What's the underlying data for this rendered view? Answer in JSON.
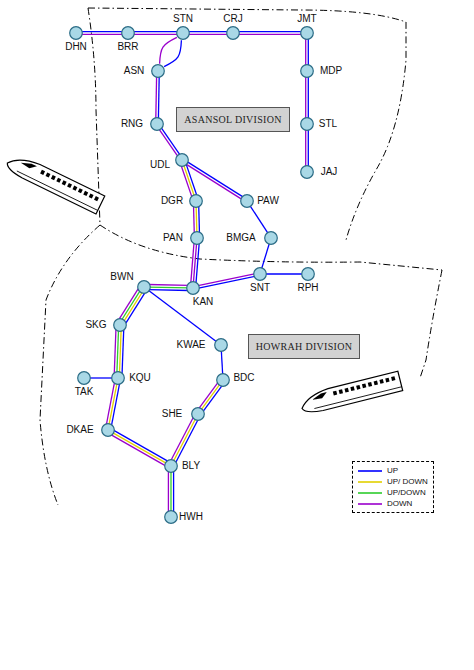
{
  "diagram": {
    "nodes": [
      {
        "text": [
          "DHN"
        ]
      },
      {
        "text": [
          "BRR"
        ]
      },
      {
        "text": [
          "STN"
        ]
      },
      {
        "text": [
          "CRJ"
        ]
      },
      {
        "text": [
          "JMT"
        ]
      },
      {
        "text": [
          "ASN"
        ]
      },
      {
        "text": [
          "MDP"
        ]
      },
      {
        "text": [
          "ASANSOL DIVISION"
        ]
      },
      {
        "text": [
          "RNG"
        ]
      },
      {
        "text": [
          "STL"
        ]
      },
      {
        "text": [
          "UDL"
        ]
      },
      {
        "text": [
          "JAJ"
        ]
      },
      {
        "text": [
          "DGR"
        ]
      },
      {
        "text": [
          "PAW"
        ]
      },
      {
        "text": [
          "PAN"
        ]
      },
      {
        "text": [
          "BMGA"
        ]
      },
      {
        "text": [
          "BWN"
        ]
      },
      {
        "text": [
          "KAN"
        ]
      },
      {
        "text": [
          "SNT"
        ]
      },
      {
        "text": [
          "RPH"
        ]
      },
      {
        "text": [
          "SKG"
        ]
      },
      {
        "text": [
          "KWAE"
        ]
      },
      {
        "text": [
          "HOWRAH DIVISION"
        ]
      },
      {
        "text": [
          "TAK"
        ]
      },
      {
        "text": [
          "KQU"
        ]
      },
      {
        "text": [
          "BDC"
        ]
      },
      {
        "text": [
          "SHE"
        ]
      },
      {
        "text": [
          "DKAE"
        ]
      },
      {
        "text": [
          "BLY"
        ]
      },
      {
        "text": [
          "HWH"
        ]
      }
    ],
    "edges": [
      {
        "from": 0,
        "to": 1,
        "arrow": "none"
      },
      {
        "from": 1,
        "to": 2,
        "arrow": "none"
      },
      {
        "from": 2,
        "to": 3,
        "arrow": "none"
      },
      {
        "from": 3,
        "to": 4,
        "arrow": "none"
      },
      {
        "from": 4,
        "to": 6,
        "arrow": "none"
      },
      {
        "from": 6,
        "to": 9,
        "arrow": "none"
      },
      {
        "from": 9,
        "to": 11,
        "arrow": "none"
      },
      {
        "from": 2,
        "to": 5,
        "arrow": "none"
      },
      {
        "from": 5,
        "to": 8,
        "arrow": "none"
      },
      {
        "from": 8,
        "to": 10,
        "arrow": "none"
      },
      {
        "from": 10,
        "to": 12,
        "arrow": "none"
      },
      {
        "from": 12,
        "to": 14,
        "arrow": "none"
      },
      {
        "from": 14,
        "to": 17,
        "arrow": "none"
      },
      {
        "from": 10,
        "to": 13,
        "arrow": "none"
      },
      {
        "from": 13,
        "to": 15,
        "arrow": "none"
      },
      {
        "from": 15,
        "to": 18,
        "arrow": "none"
      },
      {
        "from": 18,
        "to": 17,
        "arrow": "none"
      },
      {
        "from": 18,
        "to": 19,
        "arrow": "none"
      },
      {
        "from": 17,
        "to": 16,
        "arrow": "none"
      },
      {
        "from": 16,
        "to": 20,
        "arrow": "none"
      },
      {
        "from": 20,
        "to": 24,
        "arrow": "none"
      },
      {
        "from": 24,
        "to": 23,
        "arrow": "none"
      },
      {
        "from": 24,
        "to": 27,
        "arrow": "none"
      },
      {
        "from": 27,
        "to": 28,
        "arrow": "none"
      },
      {
        "from": 28,
        "to": 29,
        "arrow": "none"
      },
      {
        "from": 16,
        "to": 21,
        "arrow": "none"
      },
      {
        "from": 21,
        "to": 25,
        "arrow": "none"
      },
      {
        "from": 25,
        "to": 26,
        "arrow": "none"
      },
      {
        "from": 26,
        "to": 28,
        "arrow": "none"
      }
    ],
    "legend": [
      {
        "text": "UP"
      },
      {
        "text": "UP/ DOWN"
      },
      {
        "text": "UP/DOWN"
      },
      {
        "text": "DOWN"
      }
    ]
  }
}
